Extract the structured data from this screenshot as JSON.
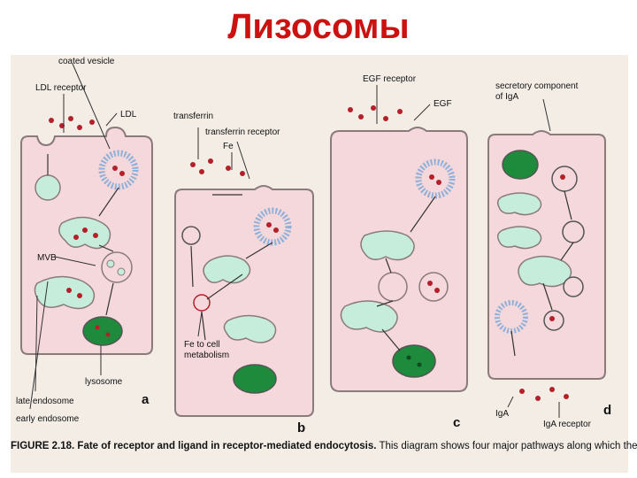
{
  "title": "Лизосомы",
  "colors": {
    "title": "#cc1111",
    "cell_fill": "#f5d8dc",
    "endosome": "#c6ecdc",
    "lysosome": "#1e8a3c",
    "vesicle": "#8fb0d8",
    "ligand": "#b3202a"
  },
  "panels": {
    "a": {
      "letter": "a",
      "labels": {
        "coated_vesicle": "coated vesicle",
        "ldl_receptor": "LDL receptor",
        "ldl": "LDL",
        "mvb": "MVB",
        "lysosome": "lysosome",
        "late_endosome": "late endosome",
        "early_endosome": "early endosome"
      }
    },
    "b": {
      "letter": "b",
      "labels": {
        "transferrin": "transferrin",
        "transferrin_receptor": "transferrin receptor",
        "fe": "Fe",
        "fe_to_cell_1": "Fe to cell",
        "fe_to_cell_2": "metabolism"
      }
    },
    "c": {
      "letter": "c",
      "labels": {
        "egf_receptor": "EGF receptor",
        "egf": "EGF"
      }
    },
    "d": {
      "letter": "d",
      "labels": {
        "secretory_1": "secretory component",
        "secretory_2": "of IgA",
        "iga": "IgA",
        "iga_receptor": "IgA receptor"
      }
    }
  },
  "caption": {
    "figure_label": "FIGURE 2.18.",
    "bold_text": "Fate of receptor and ligand in receptor-mediated endocytosis.",
    "text": " This diagram shows four major pathways along which the"
  }
}
